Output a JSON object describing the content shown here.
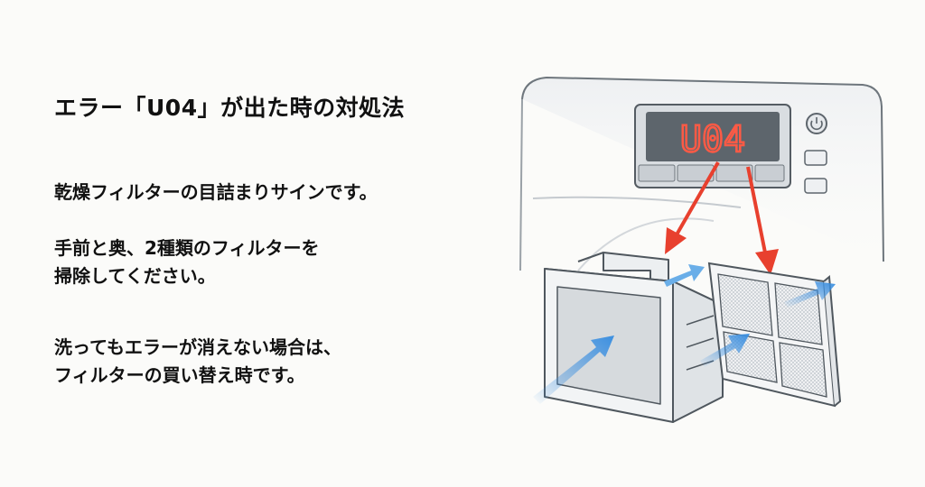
{
  "title": "エラー「U04」が出た時の対処法",
  "paragraphs": [
    {
      "lines": [
        "乾燥フィルターの目詰まりサインです。"
      ]
    },
    {
      "lines": [
        "手前と奥、2種類のフィルターを",
        "掃除してください。"
      ]
    },
    {
      "lines": [
        "洗ってもエラーが消えない場合は、",
        "フィルターの買い替え時です。"
      ]
    }
  ],
  "illustration": {
    "display_code": "U04",
    "colors": {
      "error_red": "#e8402e",
      "arrow_red": "#e8402e",
      "airflow_blue": "#3b8fe0"
    }
  }
}
